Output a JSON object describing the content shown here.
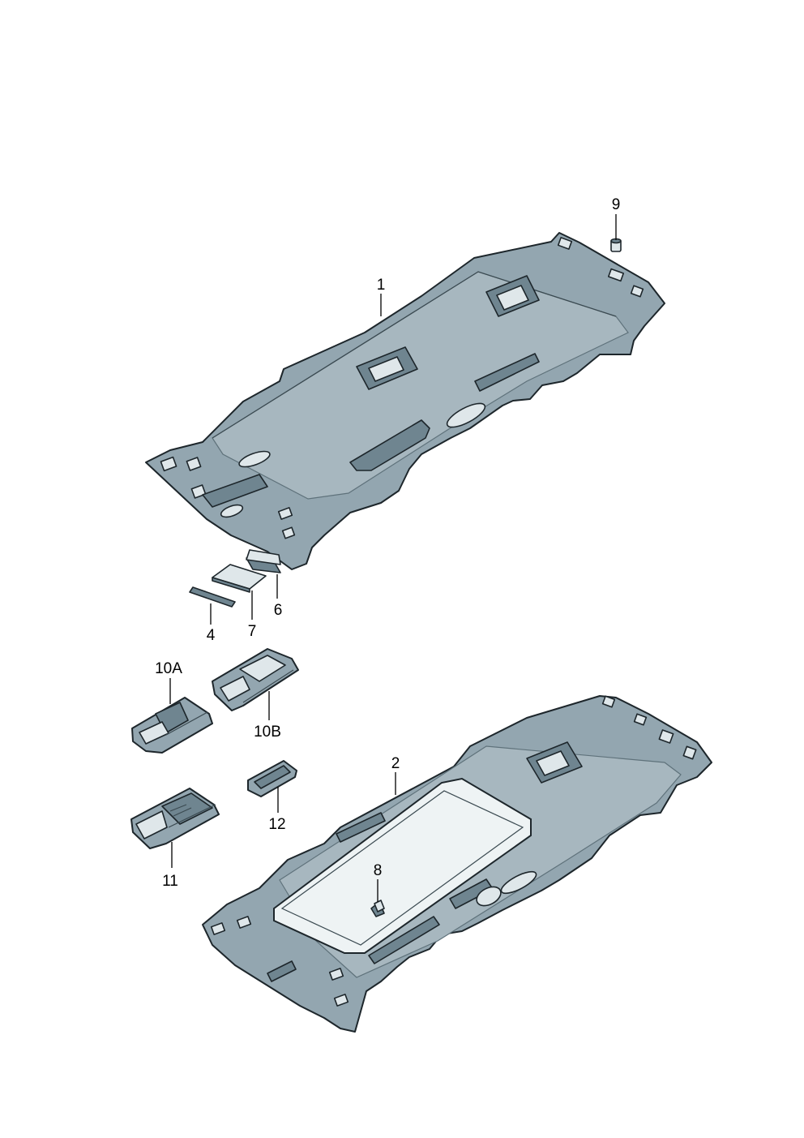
{
  "callouts": {
    "c1": "1",
    "c2": "2",
    "c4": "4",
    "c6": "6",
    "c7": "7",
    "c8": "8",
    "c9": "9",
    "c10a": "10A",
    "c10b": "10B",
    "c11": "11",
    "c12": "12"
  },
  "colors": {
    "part_fill": "#93a6b0",
    "outline": "#1d262b",
    "background": "#ffffff"
  }
}
